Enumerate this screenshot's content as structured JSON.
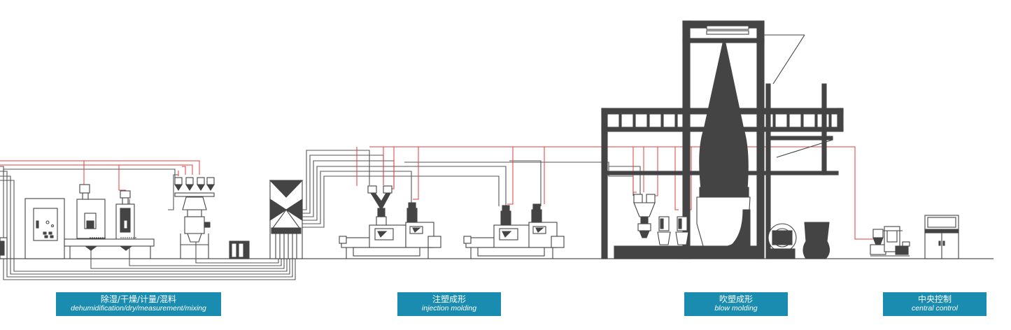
{
  "colors": {
    "machine": "#444444",
    "line": "#555555",
    "signal": "#e03c3c",
    "label_bg": "#1a8cb0",
    "label_text": "#ffffff"
  },
  "sections": [
    {
      "id": "dehumidification",
      "zh": "除湿/干燥/计量/混料",
      "en": "dehumidification/dry/measurement/mixing"
    },
    {
      "id": "injection",
      "zh": "注塑成形",
      "en": "injection molding"
    },
    {
      "id": "blow",
      "zh": "吹塑成形",
      "en": "blow molding"
    },
    {
      "id": "central",
      "zh": "中央控制",
      "en": "central control"
    }
  ]
}
